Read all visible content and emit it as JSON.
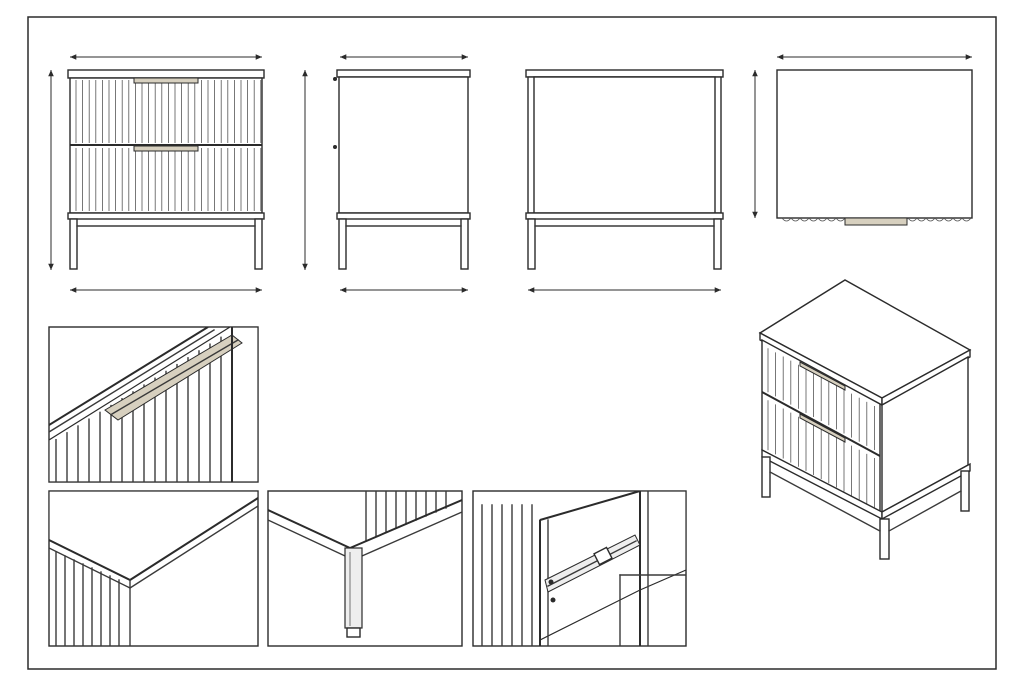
{
  "sheet": {
    "views": [
      {
        "name": "front-view"
      },
      {
        "name": "side-view"
      },
      {
        "name": "back-view"
      },
      {
        "name": "top-view"
      }
    ],
    "details": [
      {
        "name": "handle-detail"
      },
      {
        "name": "top-edge-detail"
      },
      {
        "name": "leg-detail"
      },
      {
        "name": "drawer-slide-detail"
      }
    ],
    "isometric": {
      "name": "isometric-view",
      "drawer_count": 2
    },
    "colors": {
      "line": "#2b2b2b",
      "handle": "#d7d0bf",
      "background": "#ffffff"
    }
  }
}
